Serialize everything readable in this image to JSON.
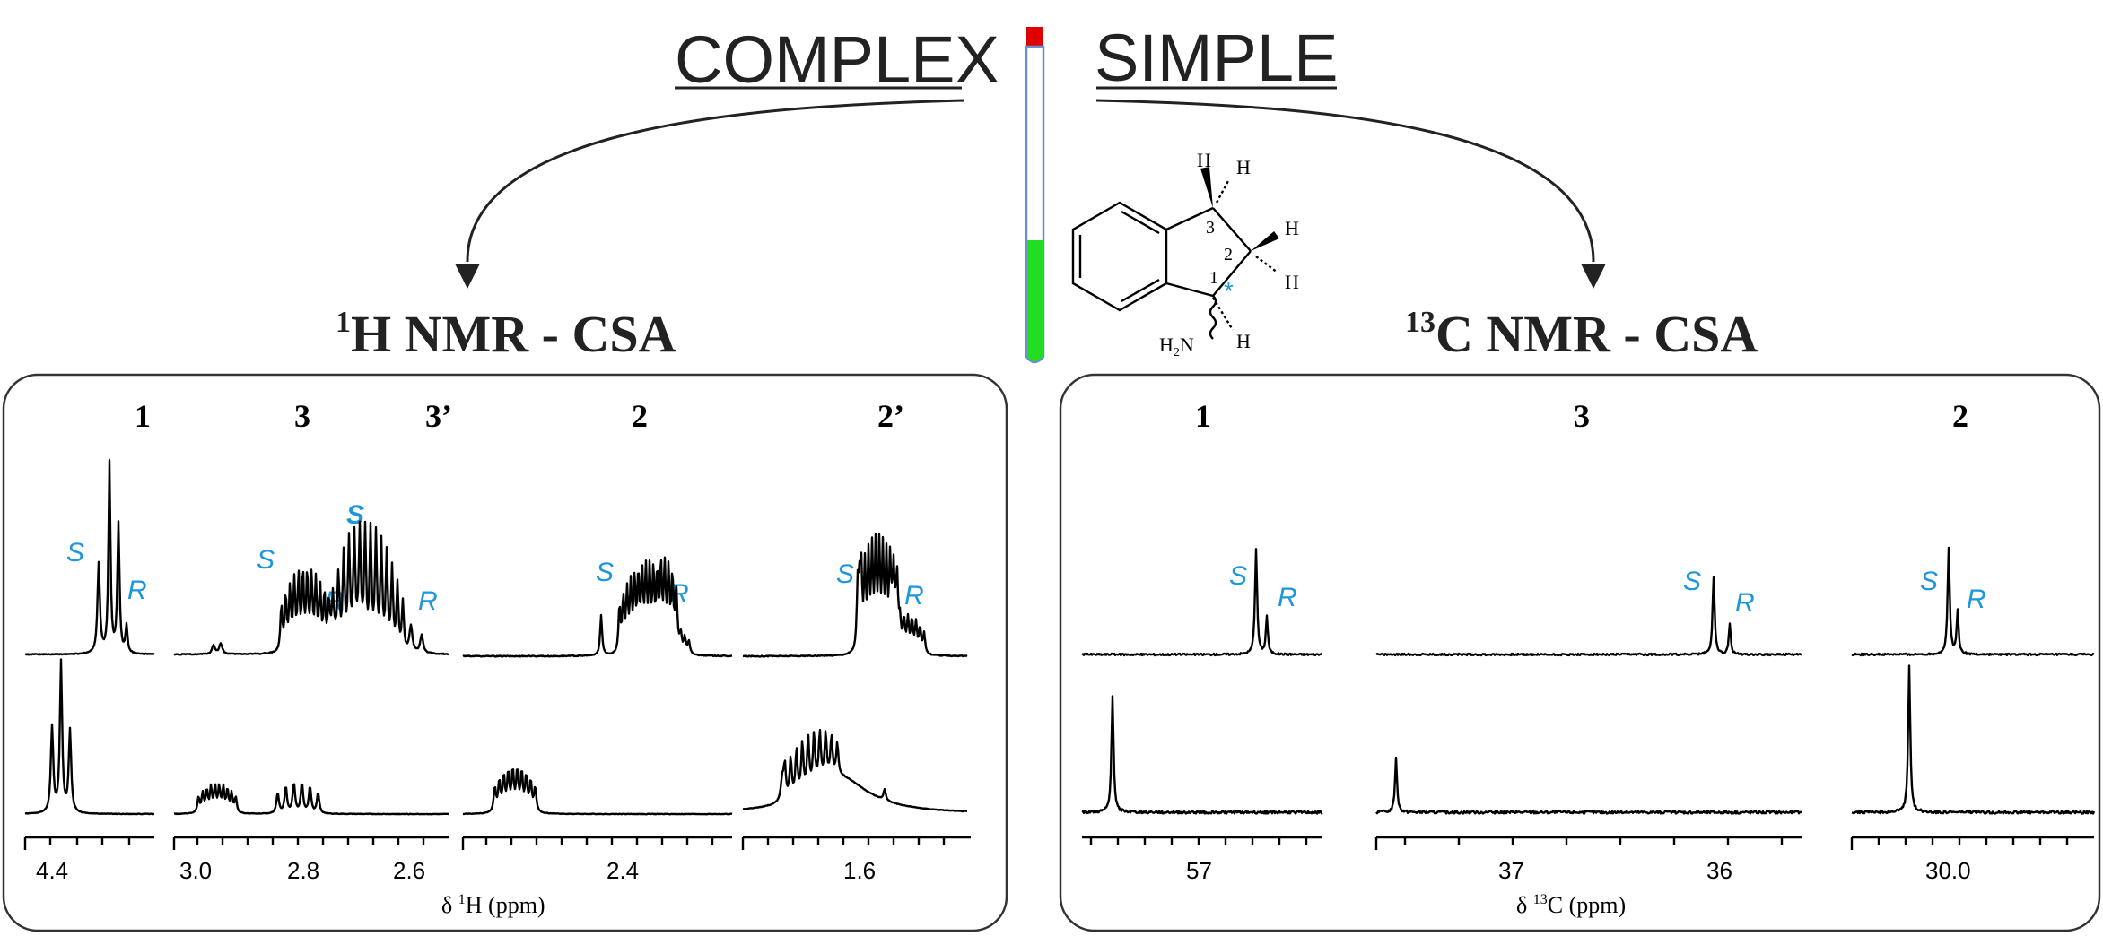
{
  "labels": {
    "complex": "COMPLEX",
    "simple": "SIMPLE",
    "h_title_sup": "1",
    "h_title_rest": "H NMR - CSA",
    "c_title_sup": "13",
    "c_title_rest": "C NMR - CSA"
  },
  "molecule": {
    "atoms": [
      "H",
      "H",
      "H",
      "H",
      "H"
    ],
    "amine_h": "H",
    "amine_sub": "2",
    "amine_n": "N",
    "numbers": [
      "1",
      "2",
      "3"
    ],
    "stereo_mark": "*"
  },
  "h_panel": {
    "peak_labels": [
      "1",
      "3",
      "3’",
      "2",
      "2’"
    ],
    "enantiomer_s": "S",
    "enantiomer_r": "R",
    "ticks": [
      "4.4",
      "3.0",
      "2.8",
      "2.6",
      "2.4",
      "1.6"
    ],
    "axis_symbol": "δ ",
    "axis_sup": "1",
    "axis_rest": "H (ppm)"
  },
  "c_panel": {
    "peak_labels": [
      "1",
      "3",
      "2"
    ],
    "enantiomer_s": "S",
    "enantiomer_r": "R",
    "ticks": [
      "57",
      "37",
      "36",
      "30.0"
    ],
    "axis_symbol": "δ ",
    "axis_sup": "13",
    "axis_rest": "C (ppm)"
  },
  "colors": {
    "annotation": "#1e96dc",
    "tube_cap": "#e00000",
    "tube_outline": "#6a8fd0",
    "tube_fill": "#22dd22"
  }
}
